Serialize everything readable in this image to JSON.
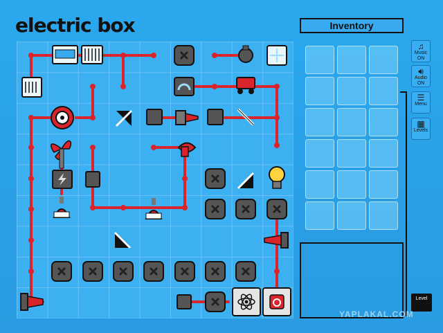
{
  "game": {
    "title": "electric box",
    "inventory_title": "Inventory",
    "inventory_slots": 18,
    "buttons": {
      "music": {
        "label": "Music",
        "state": "ON",
        "icon": "music-note-icon"
      },
      "audio": {
        "label": "Audio",
        "state": "ON",
        "icon": "speaker-icon"
      },
      "menu": {
        "label": "Menu",
        "icon": "menu-list-icon"
      },
      "levels": {
        "label": "Levels",
        "icon": "levels-grid-icon"
      }
    },
    "level_label": "Level",
    "watermark": "YAPLAKAL.COM",
    "colors": {
      "wire": "#d8242a",
      "connector": "#555555",
      "board": "#3db0f2",
      "background": "#2aa8ee",
      "bulb": "#ffd23f"
    }
  }
}
